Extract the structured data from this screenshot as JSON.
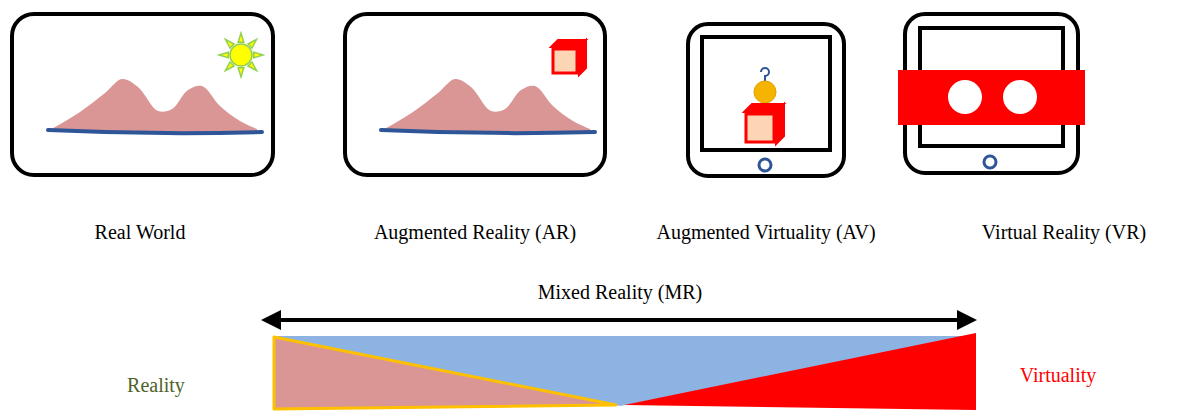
{
  "diagram": {
    "nodes": [
      {
        "text": [
          "Real World"
        ]
      },
      {
        "text": [
          "Augmented Reality (AR)"
        ]
      },
      {
        "text": [
          "Augmented Virtuality (AV)"
        ]
      },
      {
        "text": [
          "Virtual Reality (VR)"
        ]
      }
    ],
    "labels": [
      "Mixed Reality (MR)",
      "Reality",
      "Virtuality"
    ]
  }
}
